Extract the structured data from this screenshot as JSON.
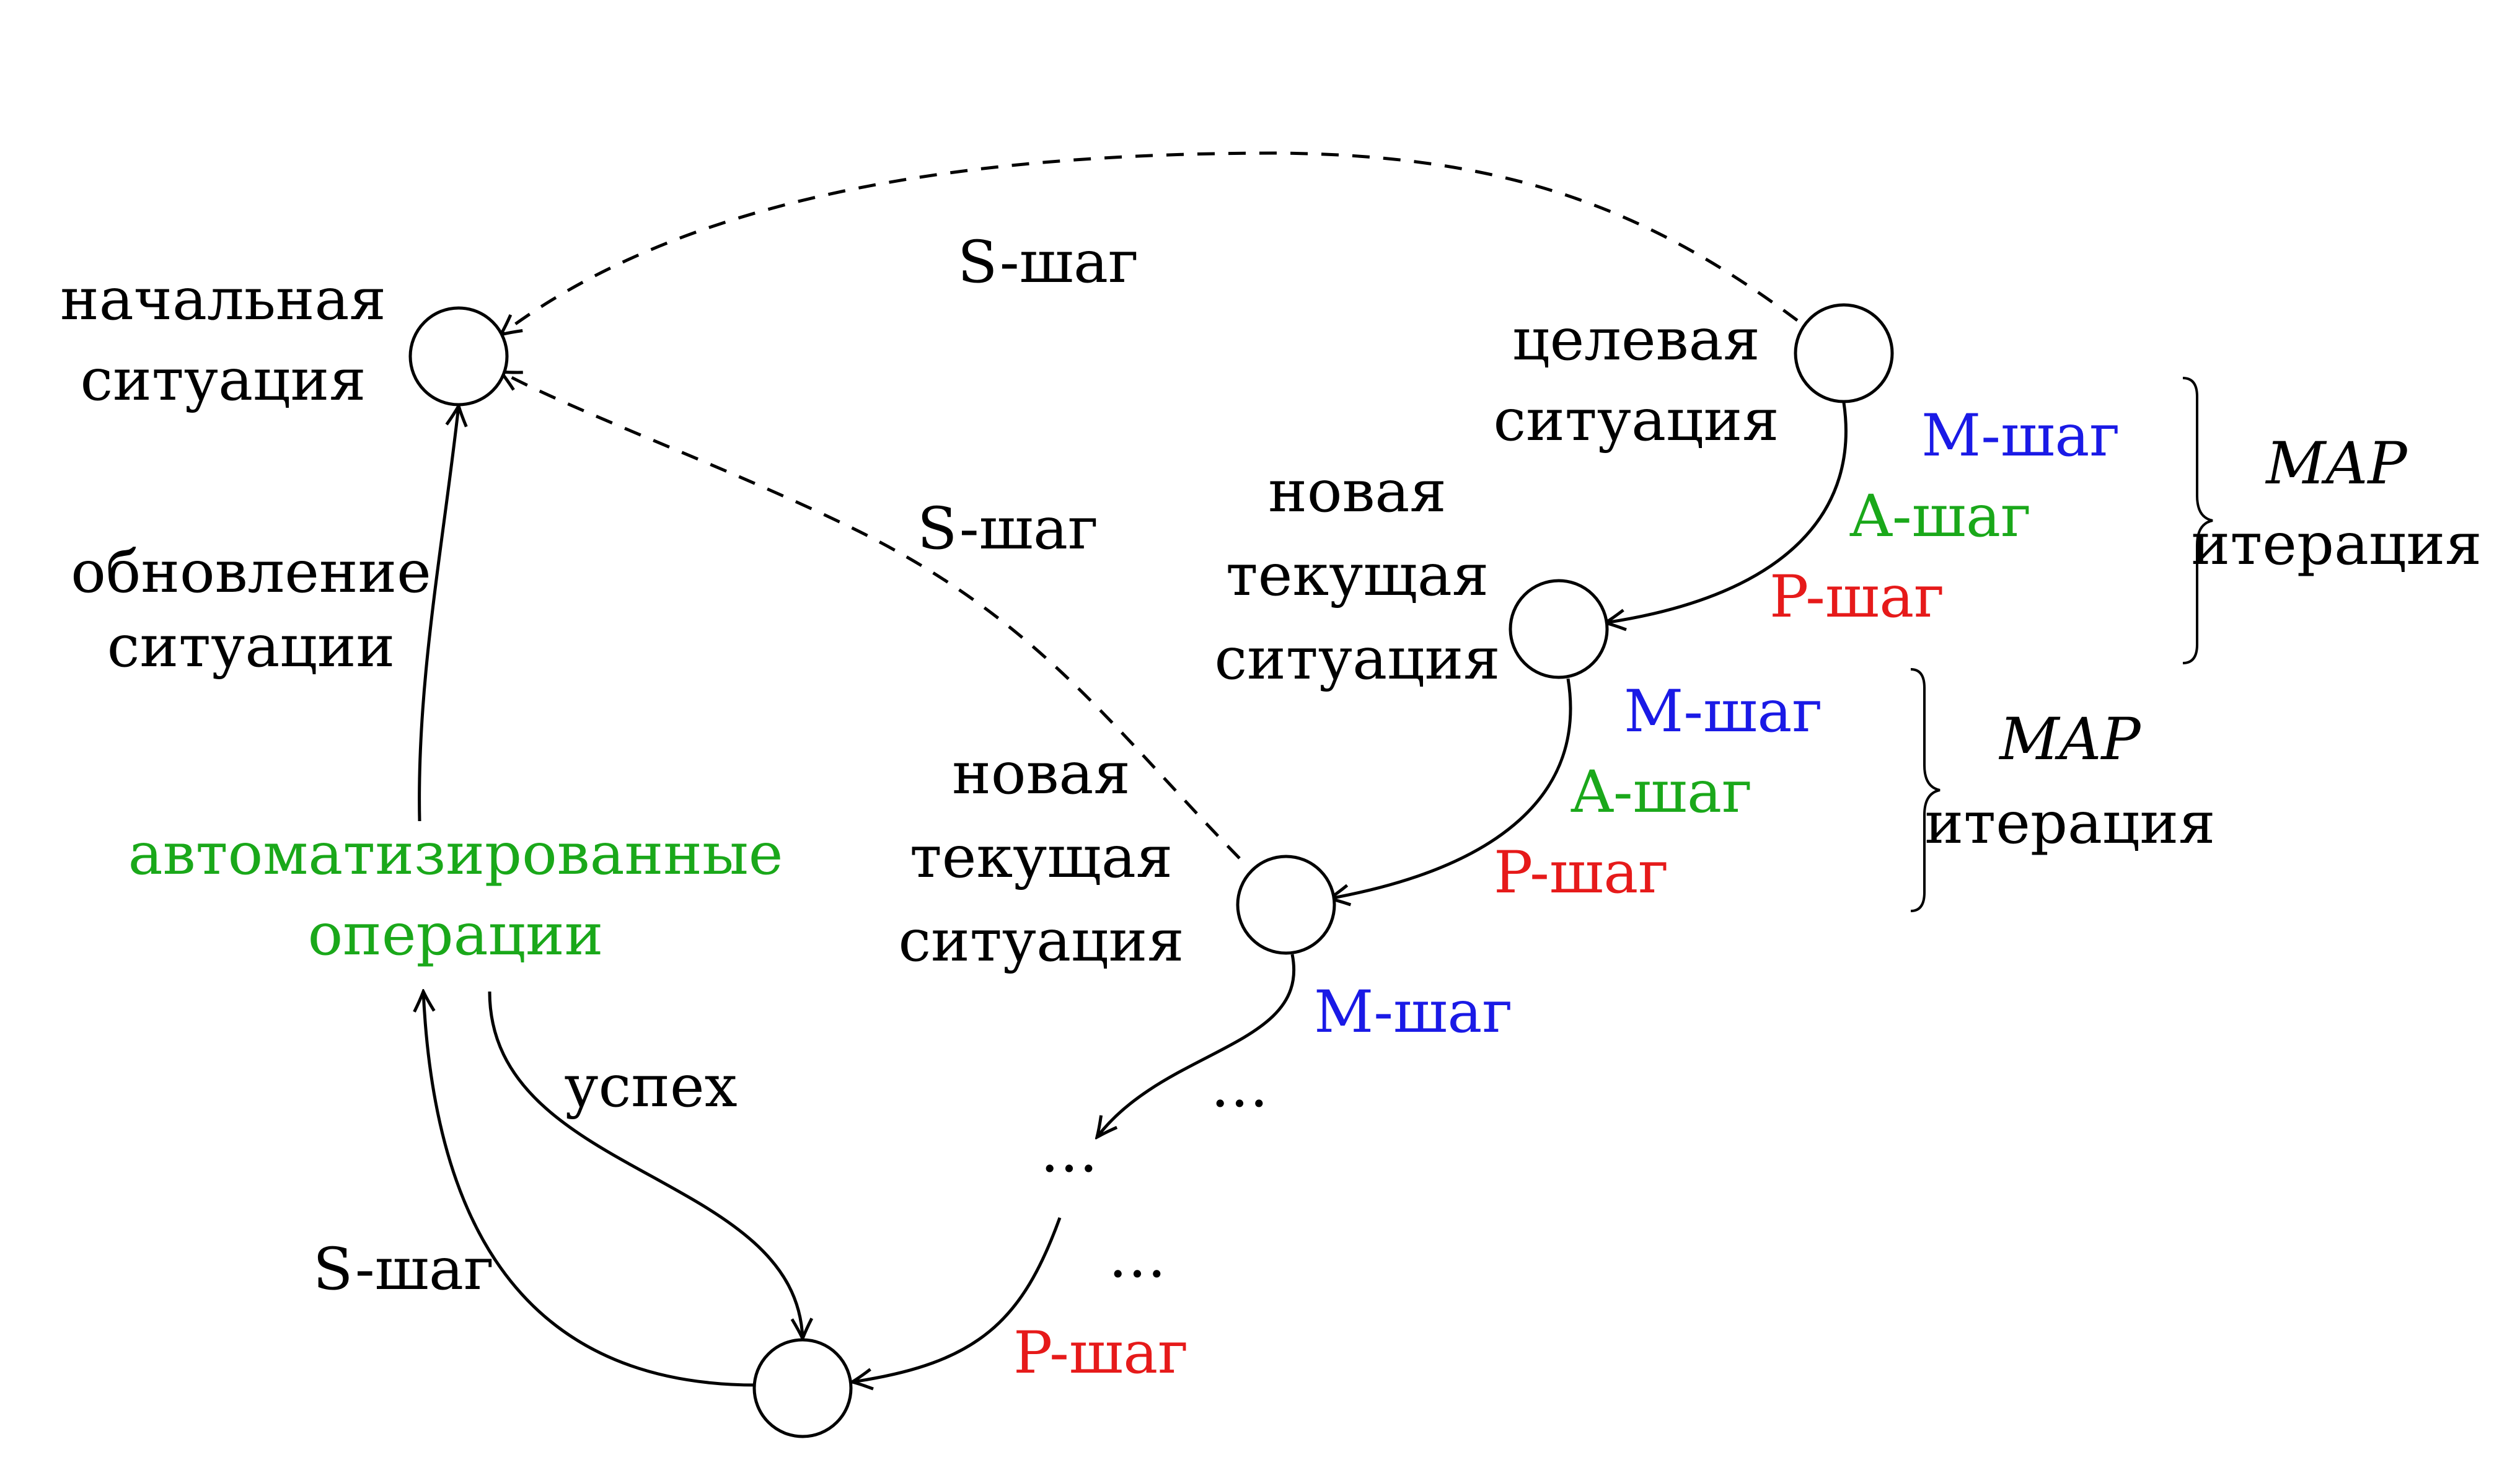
{
  "colors": {
    "m_step": "#1a1ae6",
    "a_step": "#1aa81a",
    "p_step": "#e61a1a",
    "default": "#000000"
  },
  "nodes": {
    "start": [
      "начальная",
      "ситуация"
    ],
    "goal": [
      "целевая",
      "ситуация"
    ],
    "current1": [
      "новая",
      "текущая",
      "ситуация"
    ],
    "current2": [
      "новая",
      "текущая",
      "ситуация"
    ]
  },
  "automated": [
    "автоматизированные",
    "операции"
  ],
  "update": [
    "обновление",
    "ситуации"
  ],
  "success": "успех",
  "ellipsis": "…",
  "step_suffix": "-шаг",
  "steps": {
    "s": "S",
    "m": "M",
    "a": "A",
    "p": "P"
  },
  "map_iteration": {
    "label": "MAP",
    "word": "итерация"
  }
}
